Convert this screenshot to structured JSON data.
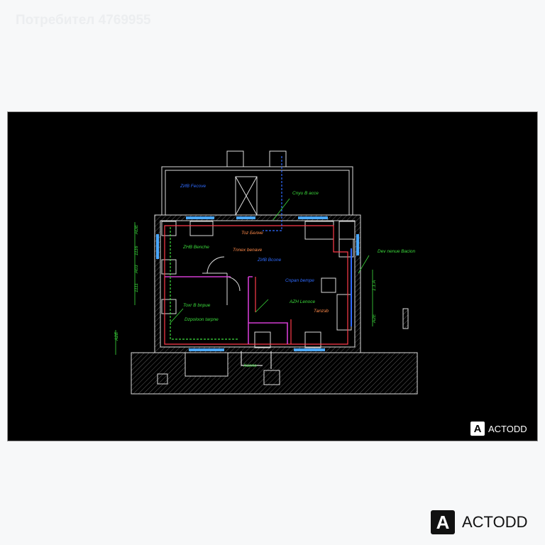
{
  "watermark": "Потребител 4769955",
  "brand": {
    "name": "ACTODD",
    "mark": "A"
  },
  "labels": {
    "l1": "ZИB Fecove",
    "l2": "Cnyu B acce",
    "l3": "Toz Бeлнe",
    "l4": "ZHB Benche",
    "l5": "Tnnex benave",
    "l6": "ZИB Bcone",
    "l7": "Cnpan bempe",
    "l8": "Dev nenue Bacion",
    "l9": "AZH Lenoce",
    "l10": "Tвnzэb",
    "l11": "Toxr B bnpue",
    "l12": "Dzpoloon tarpne",
    "l13": "Xunno"
  },
  "dims": {
    "d1": "ADE",
    "d2": "1116",
    "d3": "A03",
    "d4": "1111",
    "d5": "A2E",
    "d6": "1.1.A",
    "d7": "A2E"
  },
  "colors": {
    "wall": "#ffffff",
    "green": "#3cdc3c",
    "blue": "#2f6bff",
    "red": "#ff3b4a",
    "magenta": "#d23cd2",
    "orange": "#ff8a4a",
    "window": "#4aa8ff"
  }
}
